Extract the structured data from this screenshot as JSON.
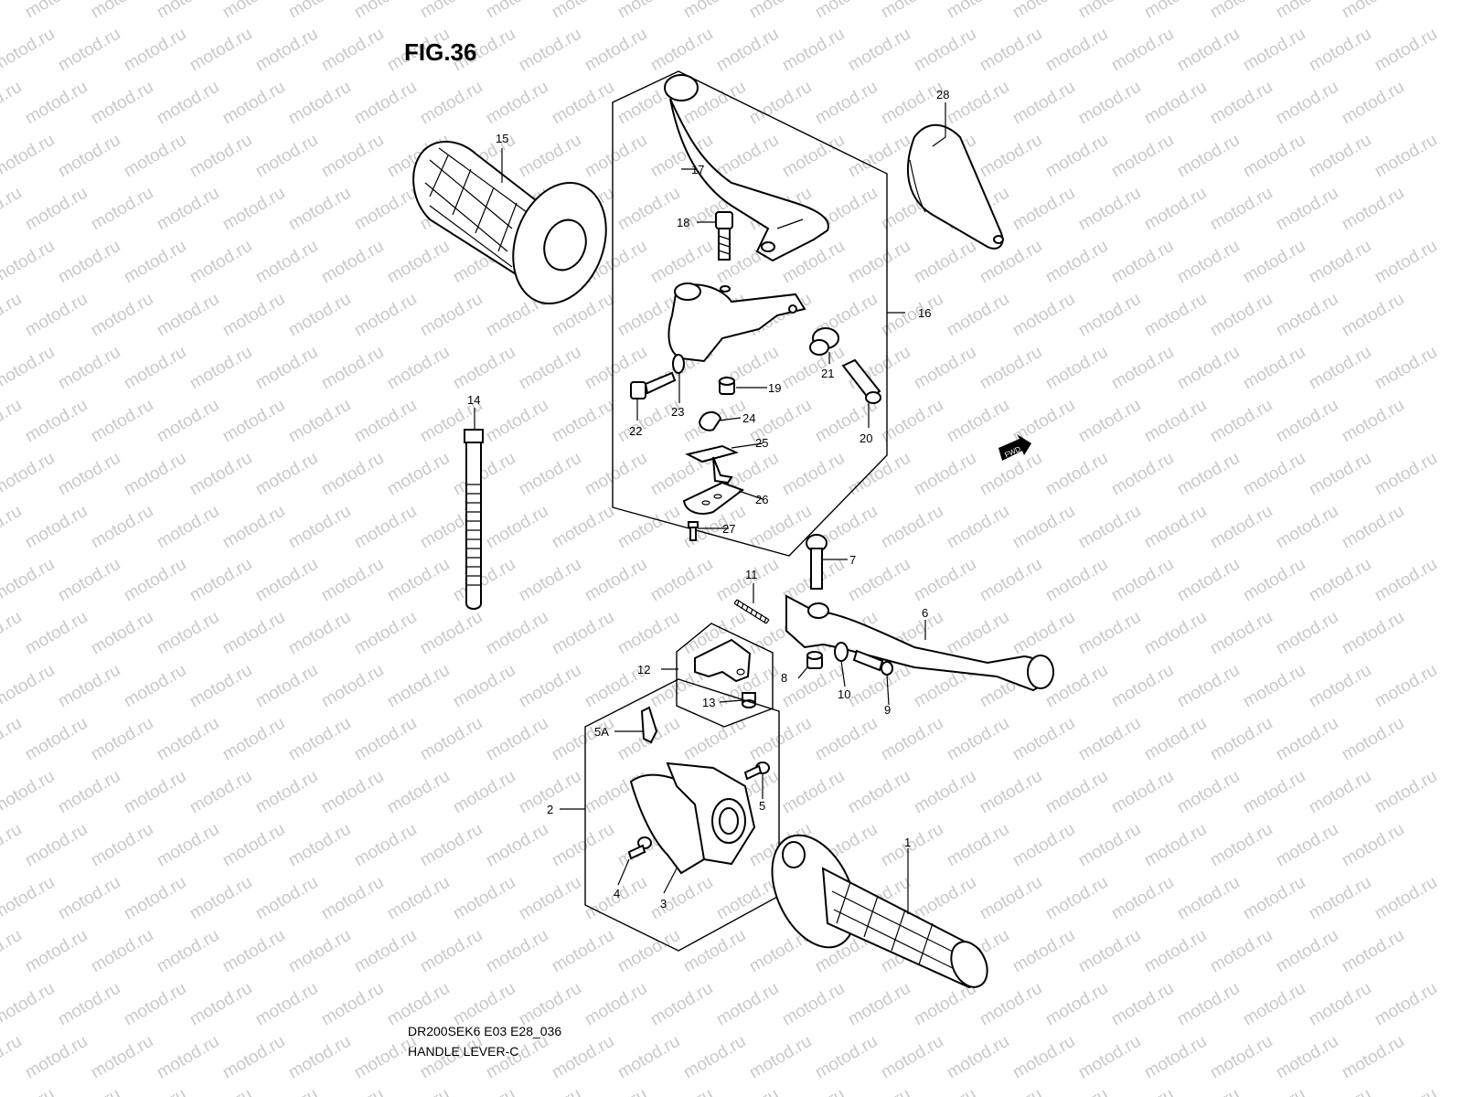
{
  "figure": {
    "title": "FIG.36",
    "model_code": "DR200SEK6 E03 E28_036",
    "name": "HANDLE LEVER-C"
  },
  "watermark": "motod.ru",
  "fwd_icon": "FWD",
  "callouts": [
    "1",
    "2",
    "3",
    "4",
    "5",
    "5A",
    "6",
    "7",
    "8",
    "9",
    "10",
    "11",
    "12",
    "13",
    "14",
    "15",
    "16",
    "17",
    "18",
    "19",
    "20",
    "21",
    "22",
    "23",
    "24",
    "25",
    "26",
    "27",
    "28"
  ]
}
